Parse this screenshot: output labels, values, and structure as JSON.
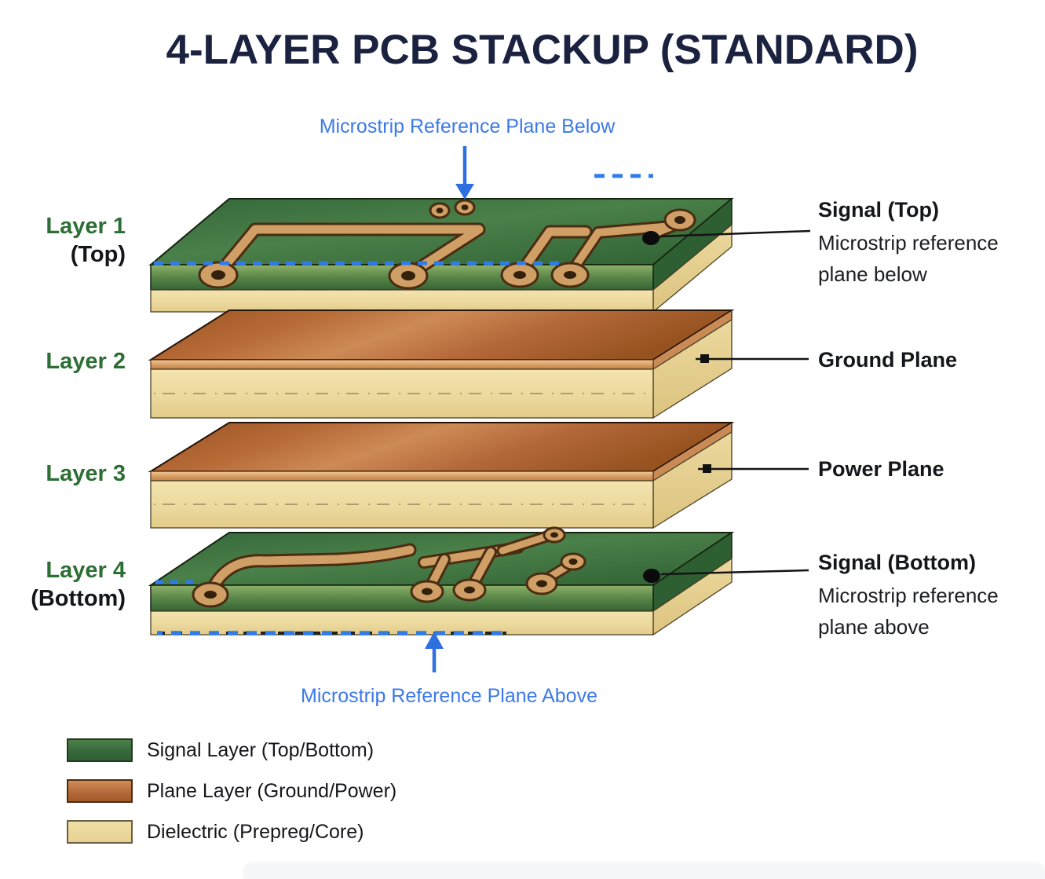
{
  "title": "4-LAYER PCB STACKUP (STANDARD)",
  "annotations": {
    "top_label": "Microstrip Reference Plane Below",
    "bottom_label": "Microstrip Reference Plane Above"
  },
  "layers": [
    {
      "name": "Layer 1",
      "qualifier": "(Top)",
      "callout_title": "Signal (Top)",
      "callout_description": "Microstrip reference plane below"
    },
    {
      "name": "Layer 2",
      "qualifier": "",
      "callout_title": "Ground Plane",
      "callout_description": ""
    },
    {
      "name": "Layer 3",
      "qualifier": "",
      "callout_title": "Power Plane",
      "callout_description": ""
    },
    {
      "name": "Layer 4",
      "qualifier": "(Bottom)",
      "callout_title": "Signal (Bottom)",
      "callout_description": "Microstrip reference plane above"
    }
  ],
  "legend": {
    "items": [
      {
        "label": "Signal Layer (Top/Bottom)",
        "color": "#3a7242"
      },
      {
        "label": "Plane Layer (Ground/Power)",
        "color": "#b4683a"
      },
      {
        "label": "Dielectric (Prepreg/Core)",
        "color": "#ecd9a2"
      }
    ]
  },
  "colors": {
    "title_text": "#1b2240",
    "annotation_blue": "#3c79e9",
    "layer_label_green": "#2c6e33",
    "body_text": "#15161a",
    "reference_plane_dash": "#2f7ce8"
  }
}
